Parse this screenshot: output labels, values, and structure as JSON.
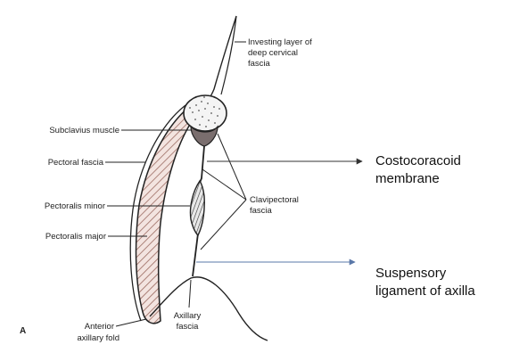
{
  "diagram": {
    "panel_letter": "A",
    "labels": {
      "investing_layer": [
        "Investing layer of",
        "deep cervical",
        "fascia"
      ],
      "subclavius": "Subclavius muscle",
      "pectoral_fascia": "Pectoral fascia",
      "pectoralis_minor": "Pectoralis minor",
      "pectoralis_major": "Pectoralis major",
      "clavipectoral": [
        "Clavipectoral",
        "fascia"
      ],
      "anterior_axillary_fold": [
        "Anterior",
        "axillary fold"
      ],
      "axillary_fascia": [
        "Axillary",
        "fascia"
      ]
    },
    "annotations": {
      "costocoracoid": [
        "Costocoracoid",
        "membrane"
      ],
      "suspensory": [
        "Suspensory",
        "ligament of axilla"
      ]
    },
    "colors": {
      "line": "#222222",
      "pectoralis_major_fill": "#f3e4e0",
      "hatch": "#9b6a60",
      "subclavius_fill": "#7a6e6e",
      "annotation_arrow_dark": "#333333",
      "annotation_arrow_blue": "#5a78a8"
    }
  }
}
